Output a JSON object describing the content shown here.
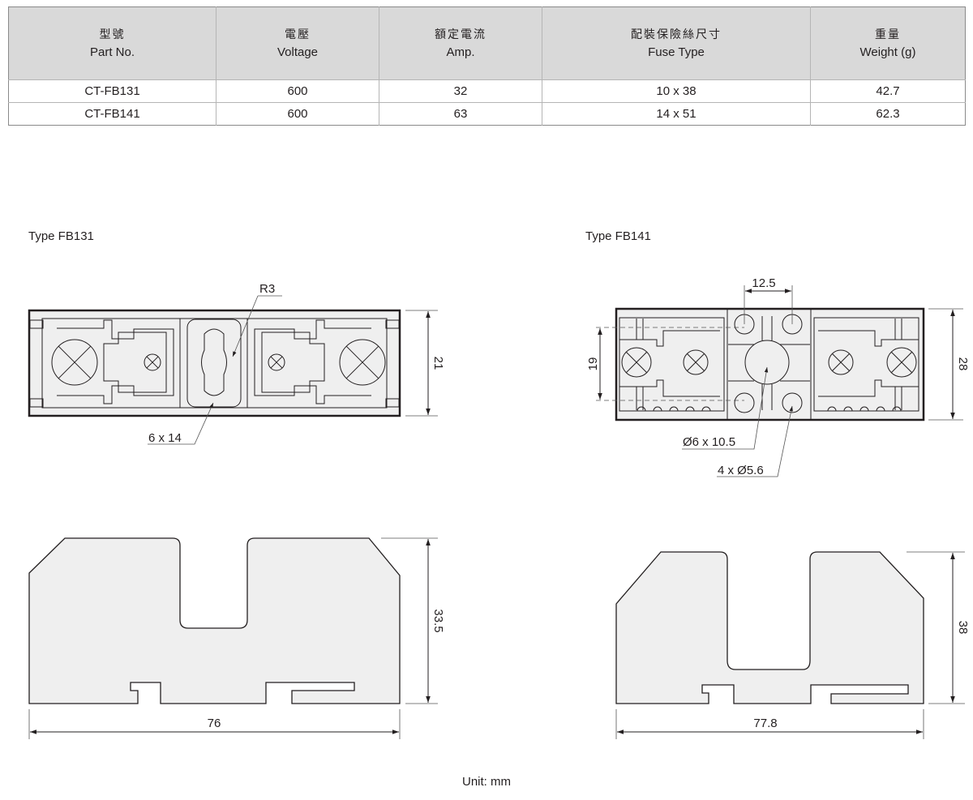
{
  "table": {
    "headers": [
      {
        "zh": "型號",
        "en": "Part No."
      },
      {
        "zh": "電壓",
        "en": "Voltage"
      },
      {
        "zh": "額定電流",
        "en": "Amp."
      },
      {
        "zh": "配裝保險絲尺寸",
        "en": "Fuse Type"
      },
      {
        "zh": "重量",
        "en": "Weight (g)"
      }
    ],
    "rows": [
      [
        "CT-FB131",
        "600",
        "32",
        "10 x 38",
        "42.7"
      ],
      [
        "CT-FB141",
        "600",
        "63",
        "14 x 51",
        "62.3"
      ]
    ]
  },
  "fb131": {
    "title": "Type FB131",
    "radius_label": "R3",
    "slot_label": "6 x 14",
    "height_top": "21",
    "height_side": "33.5",
    "length": "76"
  },
  "fb141": {
    "title": "Type FB141",
    "pitch_label": "12.5",
    "inner_label": "19",
    "height_top": "28",
    "hole_label": "Ø6 x 10.5",
    "holes4_label": "4 x Ø5.6",
    "height_side": "38",
    "length": "77.8"
  },
  "unit": "Unit: mm"
}
